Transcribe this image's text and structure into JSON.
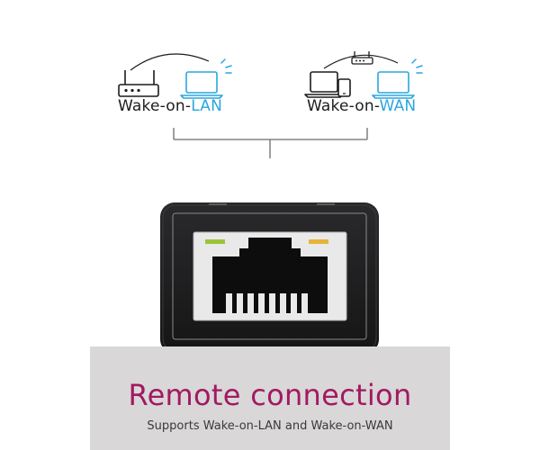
{
  "diagram": {
    "lan": {
      "label_prefix": "Wake-on-",
      "label_accent": "LAN",
      "icons": [
        "router-icon",
        "laptop-icon",
        "signal-waves-icon"
      ]
    },
    "wan": {
      "label_prefix": "Wake-on-",
      "label_accent": "WAN",
      "icons": [
        "laptop-icon",
        "phone-icon",
        "router-icon",
        "laptop-icon",
        "signal-waves-icon"
      ]
    }
  },
  "device": {
    "port_icon": "ethernet-port-icon",
    "led_left_color": "#9cc43a",
    "led_right_color": "#e6b43a"
  },
  "caption": {
    "title": "Remote connection",
    "subtitle": "Supports Wake-on-LAN and Wake-on-WAN"
  },
  "colors": {
    "accent_blue": "#2aa6de",
    "title_magenta": "#a11a60",
    "icon_dark": "#1c1c1c"
  }
}
